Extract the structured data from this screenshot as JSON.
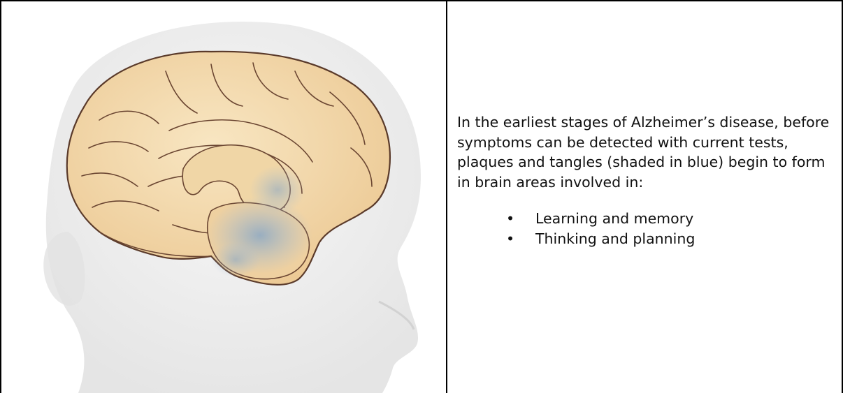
{
  "description_text": "In the earliest stages of Alzheimer’s disease, before symptoms can be detected with current tests, plaques and tangles (shaded in blue) begin to form in brain areas involved in:",
  "list_items": [
    "Learning and memory",
    "Thinking and planning"
  ],
  "bullet_glyph": "•",
  "colors": {
    "brain_fill": "#f3dcb0",
    "brain_outline": "#5a3a2a",
    "plaque_tint": "#9fb7cf",
    "head_silhouette": "#e9e9e9",
    "text": "#111111"
  },
  "icons": {
    "illustration": "brain-head-illustration-icon"
  }
}
